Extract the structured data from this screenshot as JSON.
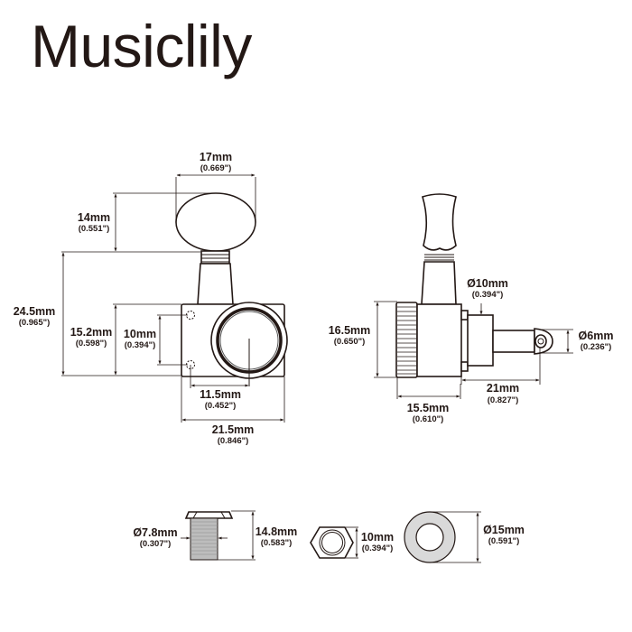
{
  "brand": {
    "name": "Musiclily"
  },
  "front_view": {
    "knob_width": {
      "mm": "17mm",
      "in": "(0.669\")"
    },
    "knob_height": {
      "mm": "14mm",
      "in": "(0.551\")"
    },
    "total_height": {
      "mm": "24.5mm",
      "in": "(0.965\")"
    },
    "housing_height": {
      "mm": "15.2mm",
      "in": "(0.598\")"
    },
    "screw_hole_spacing": {
      "mm": "10mm",
      "in": "(0.394\")"
    },
    "hole_to_post": {
      "mm": "11.5mm",
      "in": "(0.452\")"
    },
    "housing_width": {
      "mm": "21.5mm",
      "in": "(0.846\")"
    }
  },
  "side_view": {
    "bushing_diameter": {
      "mm": "Ø10mm",
      "in": "(0.394\")"
    },
    "gear_height": {
      "mm": "16.5mm",
      "in": "(0.650\")"
    },
    "post_diameter": {
      "mm": "Ø6mm",
      "in": "(0.236\")"
    },
    "post_length": {
      "mm": "21mm",
      "in": "(0.827\")"
    },
    "housing_depth": {
      "mm": "15.5mm",
      "in": "(0.610\")"
    }
  },
  "hardware": {
    "bushing": {
      "diameter": {
        "mm": "Ø7.8mm",
        "in": "(0.307\")"
      },
      "height": {
        "mm": "14.8mm",
        "in": "(0.583\")"
      }
    },
    "hex_nut": {
      "size": {
        "mm": "10mm",
        "in": "(0.394\")"
      }
    },
    "washer": {
      "diameter": {
        "mm": "Ø15mm",
        "in": "(0.591\")"
      }
    }
  },
  "colors": {
    "ink": "#231815",
    "fill_grey": "#d9d9d9",
    "background": "#ffffff"
  }
}
